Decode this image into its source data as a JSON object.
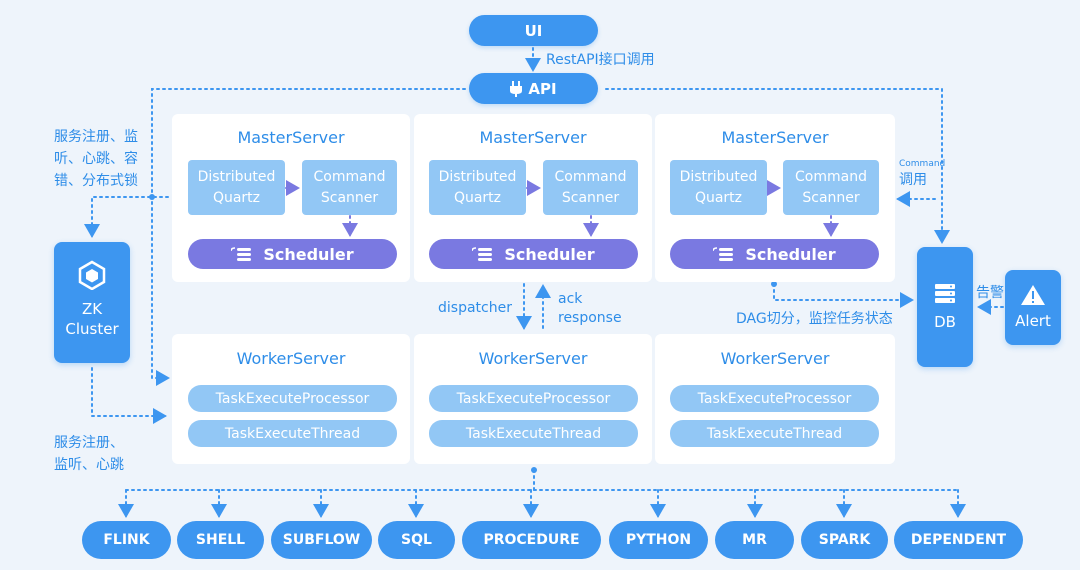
{
  "top": {
    "ui_label": "UI",
    "api_label": "API",
    "rest_note": "RestAPI接口调用"
  },
  "masters": [
    {
      "title": "MasterServer",
      "quartz": [
        "Distributed",
        "Quartz"
      ],
      "scanner": [
        "Command",
        "Scanner"
      ],
      "scheduler": "Scheduler"
    },
    {
      "title": "MasterServer",
      "quartz": [
        "Distributed",
        "Quartz"
      ],
      "scanner": [
        "Command",
        "Scanner"
      ],
      "scheduler": "Scheduler"
    },
    {
      "title": "MasterServer",
      "quartz": [
        "Distributed",
        "Quartz"
      ],
      "scanner": [
        "Command",
        "Scanner"
      ],
      "scheduler": "Scheduler"
    }
  ],
  "workers": [
    {
      "title": "WorkerServer",
      "processor": "TaskExecuteProcessor",
      "thread": "TaskExecuteThread"
    },
    {
      "title": "WorkerServer",
      "processor": "TaskExecuteProcessor",
      "thread": "TaskExecuteThread"
    },
    {
      "title": "WorkerServer",
      "processor": "TaskExecuteProcessor",
      "thread": "TaskExecuteThread"
    }
  ],
  "zk": {
    "line1": "ZK",
    "line2": "Cluster",
    "icon": "cube-icon"
  },
  "db": {
    "label": "DB",
    "icon": "database-icon"
  },
  "alert": {
    "label": "Alert",
    "icon": "warning-icon"
  },
  "notes": {
    "zk_master": [
      "服务注册、监",
      "听、心跳、容",
      "错、分布式锁"
    ],
    "zk_worker": [
      "服务注册、",
      "监听、心跳"
    ],
    "dispatcher": "dispatcher",
    "ack": [
      "ack",
      "response"
    ],
    "command_small": "Command",
    "command_call": "调用",
    "dag": "DAG切分，监控任务状态",
    "alarm": "告警"
  },
  "engines": [
    "FLINK",
    "SHELL",
    "SUBFLOW",
    "SQL",
    "PROCEDURE",
    "PYTHON",
    "MR",
    "SPARK",
    "DEPENDENT"
  ],
  "colors": {
    "primary": "#3d96f0",
    "light_box": "#92c7f5",
    "scheduler": "#7a79e1",
    "text_blue": "#2e8de8",
    "background": "#eef4fb"
  }
}
